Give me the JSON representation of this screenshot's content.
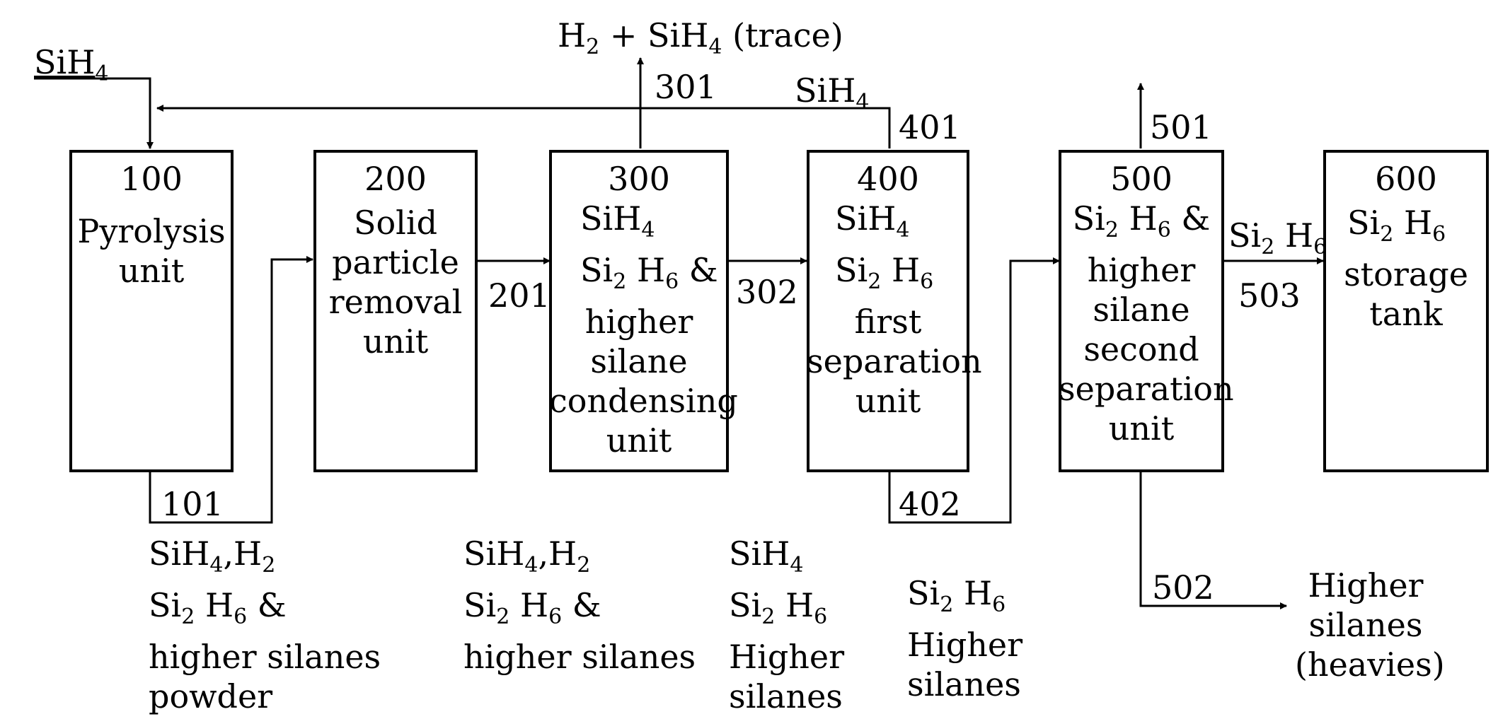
{
  "top_output": {
    "h2": "H",
    "h2_sub": "2",
    "plus": " + SiH",
    "sih4_sub": "4",
    "trace": " (trace)"
  },
  "feed": {
    "label": "SiH",
    "sub": "4"
  },
  "recycle": {
    "label": "SiH",
    "sub": "4"
  },
  "units": {
    "u100": {
      "id": "100",
      "lines": [
        "Pyrolysis",
        "unit"
      ]
    },
    "u200": {
      "id": "200",
      "lines": [
        "Solid",
        "particle",
        "removal",
        "unit"
      ]
    },
    "u300": {
      "id": "300",
      "lines": [
        "higher",
        "silane",
        "condensing",
        "unit"
      ]
    },
    "u400": {
      "id": "400",
      "lines": [
        "first",
        "separation",
        "unit"
      ]
    },
    "u500": {
      "id": "500",
      "lines": [
        "higher",
        "silane",
        "second",
        "separation",
        "unit"
      ]
    },
    "u600": {
      "id": "600",
      "lines": [
        "storage",
        "tank"
      ]
    }
  },
  "streams": {
    "s101": "101",
    "s201": "201",
    "s301": "301",
    "s302": "302",
    "s401": "401",
    "s402": "402",
    "s501": "501",
    "s502": "502",
    "s503": "503"
  },
  "chem": {
    "sih": "SiH",
    "four": "4",
    "si": "Si",
    "two": "2",
    "h": "H",
    "six": "6",
    "amp": " &",
    "comma_h": ",H",
    "two_b": "2"
  },
  "compositions": {
    "c101_line3": "higher silanes",
    "c101_line4": "powder",
    "c201_line3": "higher silanes",
    "c302_line3": "Higher",
    "c302_line4": "silanes",
    "c402_line2": "Higher",
    "c402_line3": "silanes"
  },
  "heavies": {
    "lines": [
      "Higher",
      "silanes",
      "(heavies)"
    ]
  }
}
